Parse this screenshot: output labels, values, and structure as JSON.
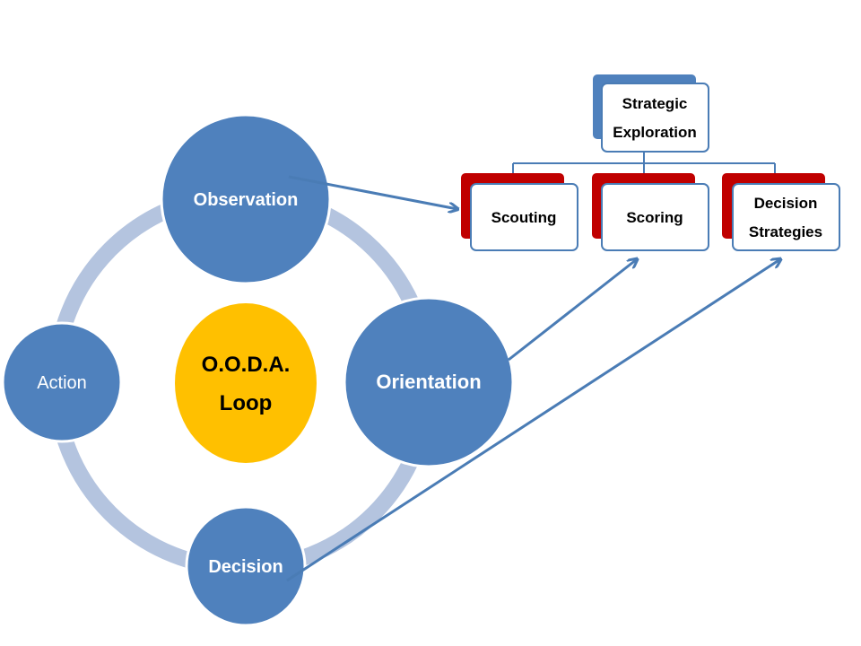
{
  "colors": {
    "node_blue": "#4f81bd",
    "node_blue_stroke": "#ffffff",
    "ring": "#b4c4df",
    "center_yellow": "#ffc000",
    "arrow": "#4a7cb5",
    "hierarchy_red": "#c00000",
    "hierarchy_back_blue": "#4f81bd",
    "box_border": "#4a7cb5",
    "box_fill": "#ffffff",
    "text_dark": "#000000",
    "text_light": "#ffffff"
  },
  "cycle": {
    "center_label_line1": "O.O.D.A.",
    "center_label_line2": "Loop",
    "observation": "Observation",
    "orientation": "Orientation",
    "decision": "Decision",
    "action": "Action"
  },
  "hierarchy": {
    "root_line1": "Strategic",
    "root_line2": "Exploration",
    "children": [
      {
        "line1": "Scouting",
        "line2": ""
      },
      {
        "line1": "Scoring",
        "line2": ""
      },
      {
        "line1": "Decision",
        "line2": "Strategies"
      }
    ]
  }
}
